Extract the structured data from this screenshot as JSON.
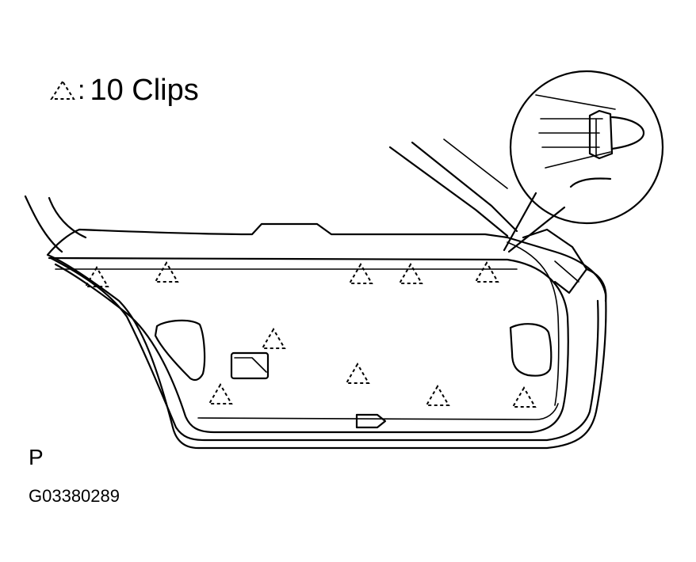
{
  "legend": {
    "symbol": "dashed-triangle-icon",
    "separator": ":",
    "label": "10 Clips"
  },
  "view_code": "P",
  "figure_id": "G03380289",
  "clip_count": 10,
  "colors": {
    "line": "#000000",
    "background": "#ffffff"
  }
}
